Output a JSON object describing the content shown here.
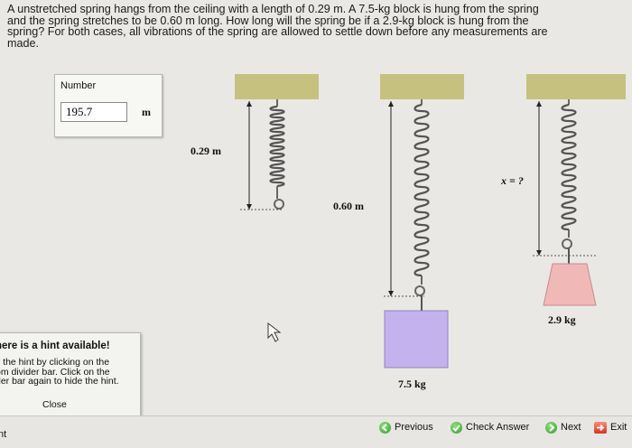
{
  "question": {
    "line1": "A unstretched spring hangs from the ceiling with a length of 0.29 m. A 7.5-kg block is hung from the spring",
    "line2": "and the spring stretches to be 0.60 m long. How long will the spring be if a 2.9-kg block is hung from the",
    "line3": "spring? For both cases, all vibrations of the spring are allowed to settle down before any measurements are",
    "line4": "made."
  },
  "answer": {
    "label": "Number",
    "value": "195.7",
    "unit": "m"
  },
  "figure": {
    "spring1_length": "0.29  m",
    "spring2_length": "0.60  m",
    "spring3_length": "x = ?",
    "block1_mass": "7.5  kg",
    "block2_mass": "2.9  kg",
    "ceiling_color": "#c7c180",
    "block1_color": "#c3b2ee",
    "block2_color": "#f1b8b8"
  },
  "hint": {
    "title": "here is a hint available!",
    "text": "v the hint by clicking on the\nom divider bar. Click on the\nder bar again to hide the hint.",
    "close": "Close"
  },
  "bottom": {
    "left_text": "nt",
    "previous": "Previous",
    "check_answer": "Check Answer",
    "next": "Next",
    "exit": "Exit"
  }
}
